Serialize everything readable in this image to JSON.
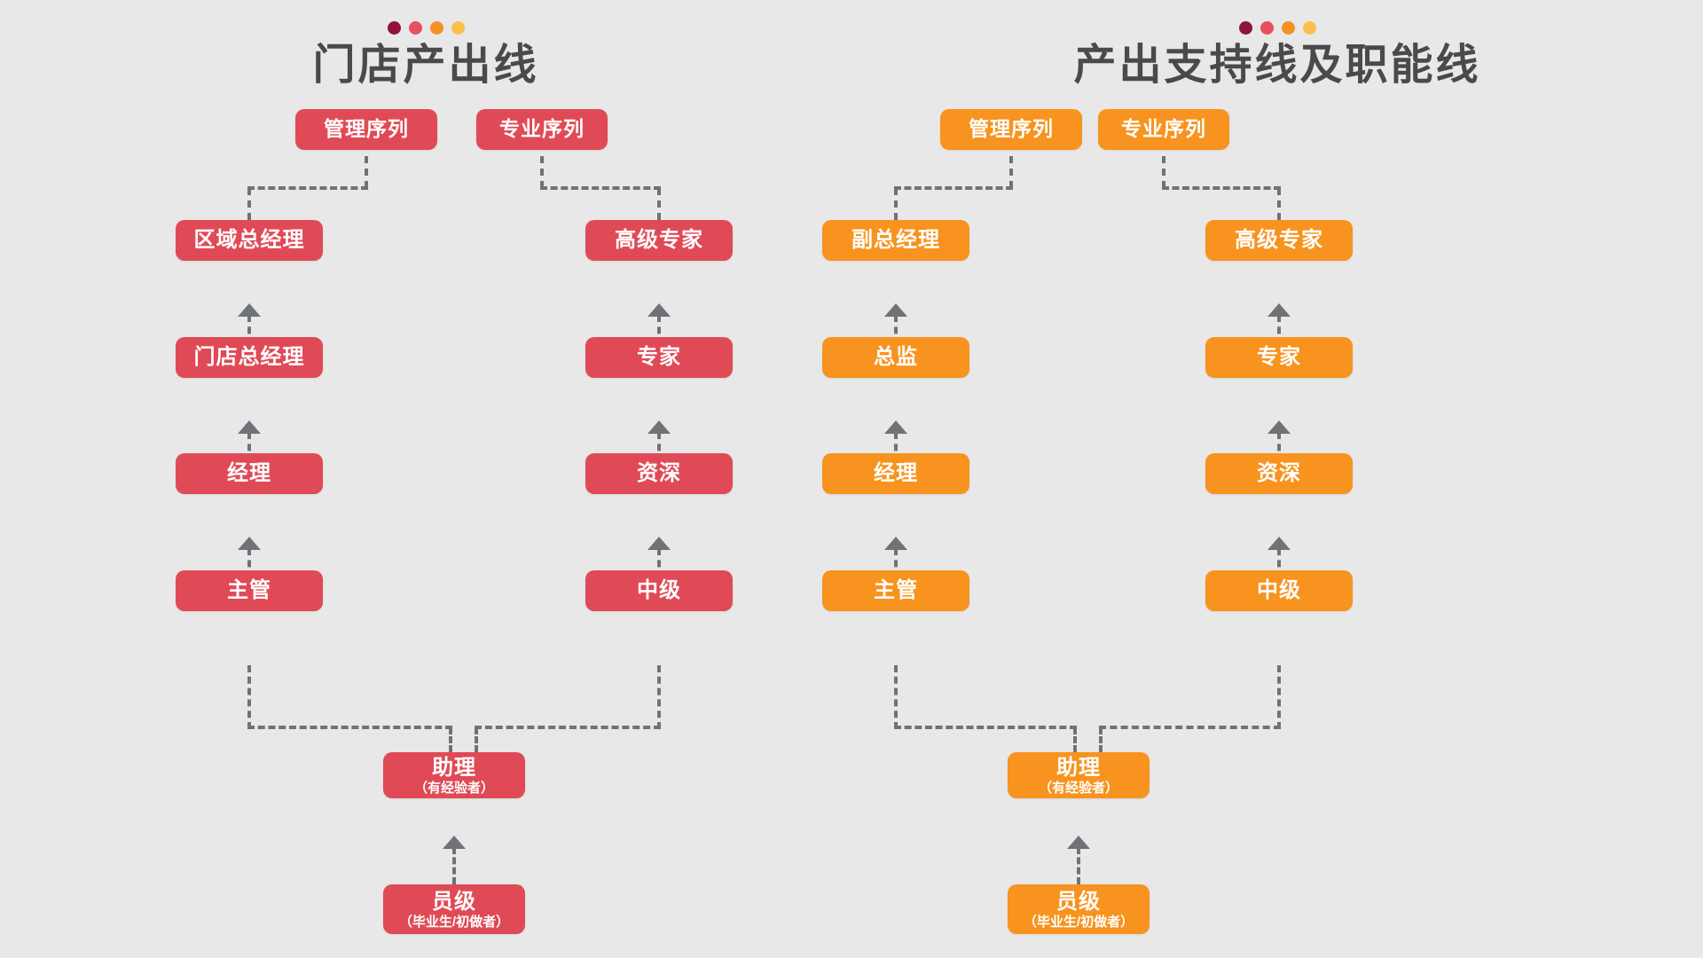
{
  "theme": {
    "background": "#e8e8e8",
    "title_color": "#4a4a4a",
    "connector_color": "#6f7276",
    "left_accent": "#e04a56",
    "right_accent": "#f7931e",
    "dot_colors": [
      "#8e1340",
      "#e8505b",
      "#f79024",
      "#fbc04a"
    ]
  },
  "panels": [
    {
      "id": "store-output-line",
      "title": "门店产出线",
      "accent": "#e04a56",
      "dots": [
        "#8e1340",
        "#e8505b",
        "#f79024",
        "#fbc04a"
      ],
      "headers": [
        {
          "label": "管理序列",
          "track": "management"
        },
        {
          "label": "专业序列",
          "track": "professional"
        }
      ],
      "management_track": [
        {
          "label": "区域总经理",
          "level": 6
        },
        {
          "label": "门店总经理",
          "level": 5
        },
        {
          "label": "经理",
          "level": 4
        },
        {
          "label": "主管",
          "level": 3
        }
      ],
      "professional_track": [
        {
          "label": "高级专家",
          "level": 6
        },
        {
          "label": "专家",
          "level": 5
        },
        {
          "label": "资深",
          "level": 4
        },
        {
          "label": "中级",
          "level": 3
        }
      ],
      "shared_base": [
        {
          "label": "助理",
          "sub": "（有经验者）",
          "level": 2
        },
        {
          "label": "员级",
          "sub": "（毕业生/初做者）",
          "level": 1
        }
      ]
    },
    {
      "id": "output-support-and-functional-line",
      "title": "产出支持线及职能线",
      "accent": "#f7931e",
      "dots": [
        "#8e1340",
        "#e8505b",
        "#f79024",
        "#fbc04a"
      ],
      "headers": [
        {
          "label": "管理序列",
          "track": "management"
        },
        {
          "label": "专业序列",
          "track": "professional"
        }
      ],
      "management_track": [
        {
          "label": "副总经理",
          "level": 6
        },
        {
          "label": "总监",
          "level": 5
        },
        {
          "label": "经理",
          "level": 4
        },
        {
          "label": "主管",
          "level": 3
        }
      ],
      "professional_track": [
        {
          "label": "高级专家",
          "level": 6
        },
        {
          "label": "专家",
          "level": 5
        },
        {
          "label": "资深",
          "level": 4
        },
        {
          "label": "中级",
          "level": 3
        }
      ],
      "shared_base": [
        {
          "label": "助理",
          "sub": "（有经验者）",
          "level": 2
        },
        {
          "label": "员级",
          "sub": "（毕业生/初做者）",
          "level": 1
        }
      ]
    }
  ]
}
